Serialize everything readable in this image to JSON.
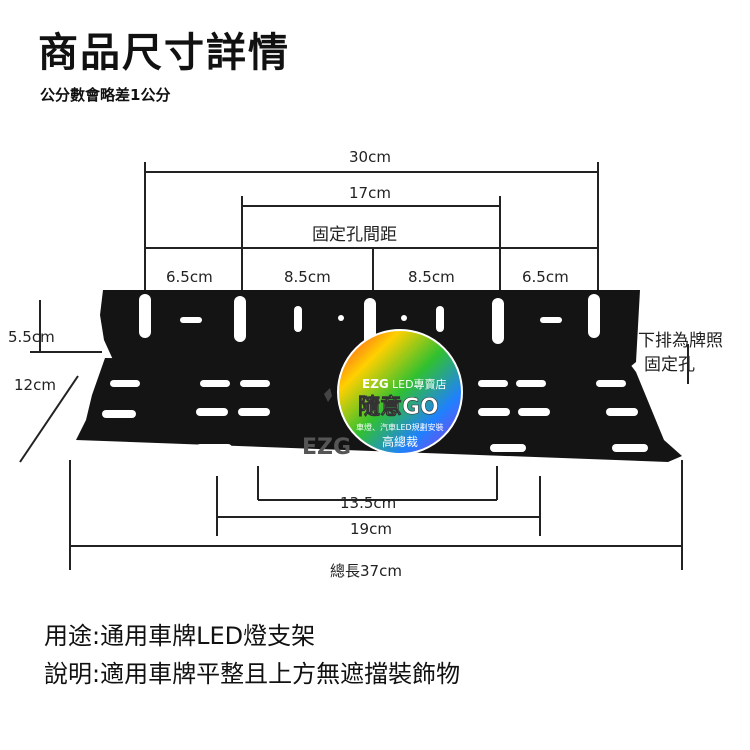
{
  "header": {
    "title": "商品尺寸詳情",
    "subtitle": "公分數會略差1公分"
  },
  "dimensions": {
    "total_width": "30cm",
    "hole_spacing_outer": "17cm",
    "hole_spacing_title": "固定孔間距",
    "segment_left": "6.5cm",
    "segment_mid_left": "8.5cm",
    "segment_mid_right": "8.5cm",
    "segment_right": "6.5cm",
    "back_height": "5.5cm",
    "depth": "12cm",
    "bottom_inner": "13.5cm",
    "bottom_outer": "19cm",
    "total_length": "總長37cm"
  },
  "callout": {
    "line1": "下排為牌照",
    "line2": "固定孔"
  },
  "logo": {
    "brand": "EZG",
    "tag": "LED專賣店",
    "name": "隨意GO",
    "small": "車燈、汽車LED規劃安裝",
    "store": "高總裁"
  },
  "watermark": "EZG",
  "footer": {
    "usage": "用途:通用車牌LED燈支架",
    "description": "說明:適用車牌平整且上方無遮擋裝飾物"
  },
  "colors": {
    "bracket": "#141414",
    "hole": "#ffffff",
    "line": "#222222"
  }
}
